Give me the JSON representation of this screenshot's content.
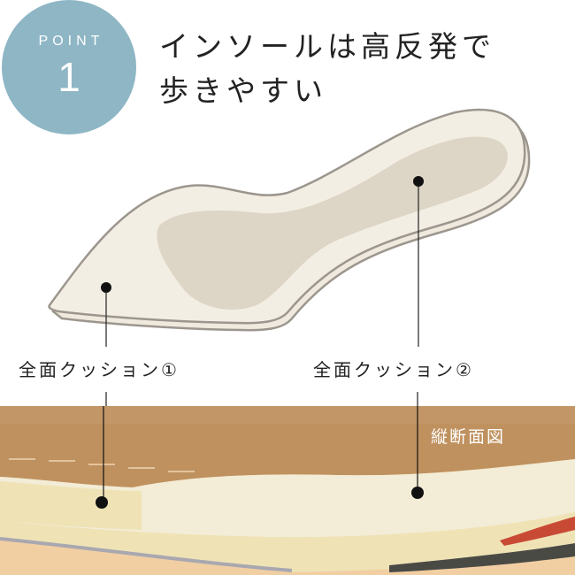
{
  "badge": {
    "label": "POINT",
    "number": "1",
    "color": "#8eb6c5"
  },
  "headline": {
    "line1": "インソールは高反発で",
    "line2": "歩きやすい"
  },
  "callouts": [
    {
      "label": "全面クッション①",
      "marker": "toe"
    },
    {
      "label": "全面クッション②",
      "marker": "heel"
    }
  ],
  "cross_section": {
    "title": "縦断面図"
  },
  "colors": {
    "insole_fill": "#f3eee4",
    "insole_inner": "#ddd5c5",
    "insole_outline": "#9c968e",
    "leather": "#bf915f",
    "foam_top": "#f3ecd6",
    "foam_mid": "#efe3b6",
    "sole": "#f1cfa3"
  }
}
